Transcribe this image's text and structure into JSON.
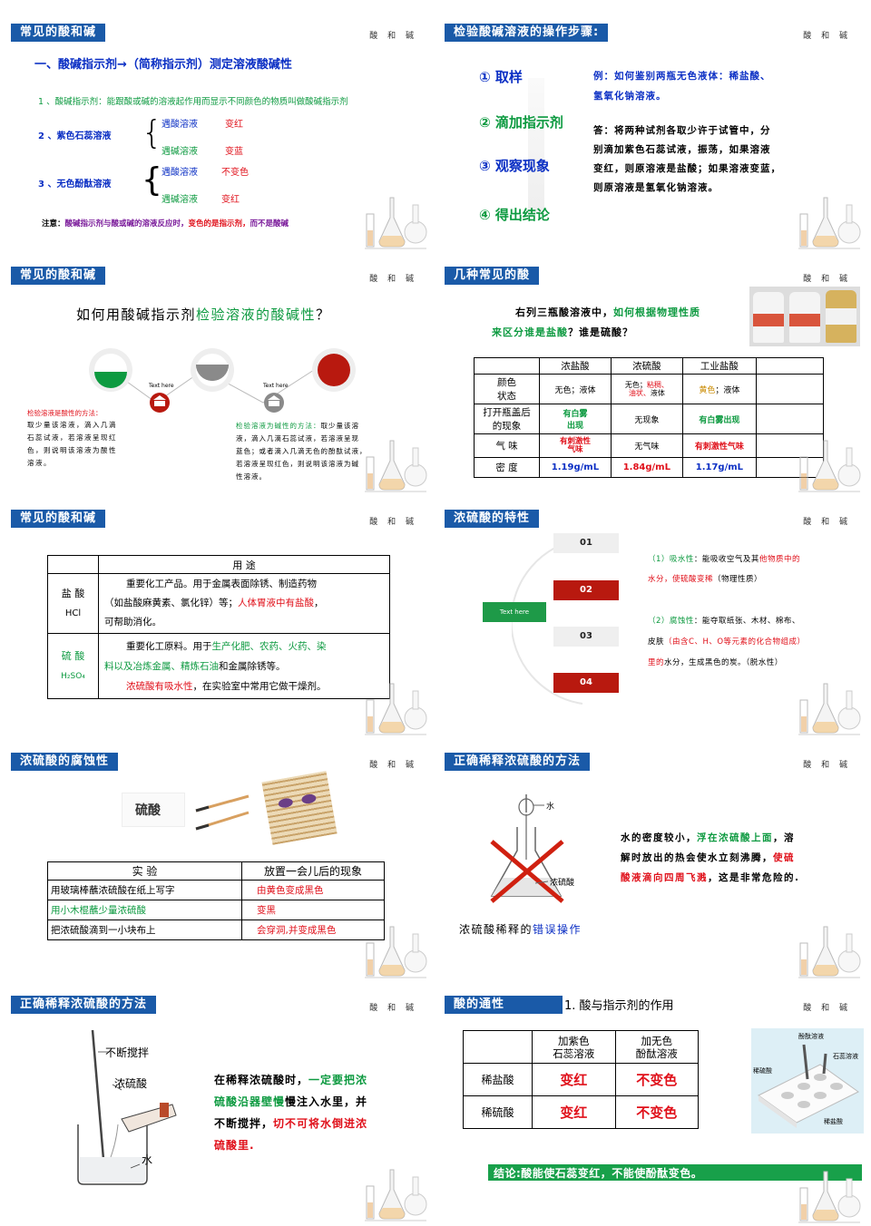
{
  "common": {
    "tag": "酸 和 碱"
  },
  "s1": {
    "title": "常见的酸和碱",
    "heading_a": "一、酸碱指示剂→（简称指示剂）",
    "heading_b": "测定溶液酸碱性",
    "def": "1 、酸碱指示剂：能跟酸或碱的溶液起作用而显示不同颜色的物质叫做酸碱指示剂",
    "item2": "2 、紫色石蕊溶液",
    "acid": "遇酸溶液",
    "base": "遇碱溶液",
    "i2_acid_color": "变红",
    "i2_base_color": "变蓝",
    "item3": "3 、无色酚酞溶液",
    "i3_acid_color": "不变色",
    "i3_base_color": "变红",
    "note_a": "注意：",
    "note_b": "酸碱指示剂与酸或碱的溶液反应时，",
    "note_c": "变色的是指示剂，",
    "note_d": "而不是酸碱"
  },
  "s2": {
    "title": "检验酸碱溶液的操作步骤:",
    "steps": [
      "① 取样",
      "② 滴加指示剂",
      "③ 观察现象",
      "④ 得出结论"
    ],
    "example_1": "例：如何鉴别两瓶无色液体：稀盐酸、",
    "example_2": "氢氧化钠溶液。",
    "answer": [
      "答：将两种试剂各取少许于试管中，分",
      "别滴加紫色石蕊试液，振荡，如果溶液",
      "变红，则原溶液是盐酸；如果溶液变蓝，",
      "则原溶液是氢氧化钠溶液。"
    ]
  },
  "s3": {
    "title": "常见的酸和碱",
    "q_a": "如何用酸碱指示剂",
    "q_b": "检验溶液的酸碱性",
    "q_c": "？",
    "text_here": "Text here",
    "left_title": "检验溶液是酸性的方法：",
    "left_body": [
      "取少量该溶液，滴入几滴",
      "石蕊试液，若溶液呈现红",
      "色，则说明该溶液为酸性",
      "溶液。"
    ],
    "right_title": "检验溶液为碱性的方法：",
    "right_first": "取少量该溶",
    "right_body": [
      "液，滴入几滴石蕊试液，若溶液呈现",
      "蓝色；或者滴入几滴无色的酚酞试液，",
      "若溶液呈现红色，则说明该溶液为碱",
      "性溶液。"
    ],
    "colors": {
      "green": "#0d9a40",
      "grey": "#8a8a8a",
      "red": "#b8190f"
    }
  },
  "s4": {
    "title": "几种常见的酸",
    "intro_a": "右列三瓶酸溶液中，",
    "intro_b": "如何根据物理性质",
    "intro_c": "来区分谁是盐酸",
    "intro_d": "？谁是硫酸？",
    "headers": [
      "",
      "浓盐酸",
      "浓硫酸",
      "工业盐酸",
      ""
    ],
    "row_labels": [
      "颜色\n状态",
      "打开瓶盖后\n的现象",
      "气 味",
      "密 度"
    ],
    "hcl": [
      "无色；液体",
      "有白雾\n出现",
      "有刺激性\n气味",
      "1.19g/mL"
    ],
    "h2so4": [
      "无色；粘稠、\n油状、液体",
      "无现象",
      "无气味",
      "1.84g/mL"
    ],
    "ind_hcl": [
      "黄色；液体",
      "有白雾出现",
      "有刺激性气味",
      "1.17g/mL"
    ],
    "h2so4_a_1": "无色；",
    "h2so4_a_2": "粘稠、",
    "h2so4_a_3": "油状、",
    "h2so4_a_4": "液体",
    "ind_a_1": "黄色",
    "ind_a_2": "；液体"
  },
  "s5": {
    "title": "常见的酸和碱",
    "col": "用 途",
    "hcl_name": "盐 酸",
    "hcl_formula": "HCl",
    "hcl_use_1": "重要化工产品。用于金属表面除锈、制造药物",
    "hcl_use_2a": "（如盐酸麻黄素、氯化锌）等；",
    "hcl_use_2b": "人体胃液中有盐酸",
    "hcl_use_2c": "，",
    "hcl_use_3": "可帮助消化。",
    "h2so4_name": "硫 酸",
    "h2so4_formula": "H₂SO₄",
    "h2so4_use_1a": "重要化工原料。用于",
    "h2so4_use_1b": "生产化肥、农药、火药、染",
    "h2so4_use_2a": "料以及冶炼金属、精炼石油",
    "h2so4_use_2b": "和金属除锈等。",
    "h2so4_use_3a": "浓硫酸有吸水性",
    "h2so4_use_3b": "，在实验室中常用它做干燥剂。"
  },
  "s6": {
    "title": "浓硫酸的特性",
    "center": "Text here",
    "nums": [
      "01",
      "02",
      "03",
      "04"
    ],
    "p1_a": "（1）吸水性",
    "p1_b": "：能吸收空气及其",
    "p1_c": "他物质中的",
    "p1_d": "水分，使硫酸变稀",
    "p1_e": "（物理性质）",
    "p2_a": "（2）腐蚀性",
    "p2_b": "：能夺取纸张、木材、棉布、",
    "p2_c": "皮肤",
    "p2_d": "（由含C、H、O等元素的化合物组成）",
    "p2_e": "里的",
    "p2_f": "水分，生成黑色的炭。（脱水性）"
  },
  "s7": {
    "title": "浓硫酸的腐蚀性",
    "paper_text": "硫酸",
    "headers": [
      "实 验",
      "放置一会儿后的现象"
    ],
    "rows": [
      {
        "exp": "用玻璃棒蘸浓硫酸在纸上写字",
        "res": "由黄色变成黑色"
      },
      {
        "exp": "用小木棍蘸少量浓硫酸",
        "res": "变黑"
      },
      {
        "exp": "把浓硫酸滴到一小块布上",
        "res": "会穿洞,并变成黑色"
      }
    ]
  },
  "s8": {
    "title": "正确稀释浓硫酸的方法",
    "label_water": "水",
    "label_acid": "浓硫酸",
    "desc_1a": "水的密度较小，",
    "desc_1b": "浮在浓硫酸上面",
    "desc_1c": "，溶",
    "desc_2a": "解时放出的热会使水立刻沸腾，",
    "desc_2b": "使硫",
    "desc_3a": "酸液滴向四周飞溅",
    "desc_3b": "，这是非常危险的.",
    "caption_a": "浓硫酸稀释的",
    "caption_b": "错误操作"
  },
  "s9": {
    "title": "正确稀释浓硫酸的方法",
    "label_stir": "不断搅拌",
    "label_acid": "浓硫酸",
    "label_water": "水",
    "d1a": "在稀释浓硫酸时，",
    "d1b": "一定要把浓",
    "d2a": "硫酸沿器壁慢",
    "d2b": "慢注入水里，并",
    "d3a": "不断搅拌，",
    "d3b": "切不可将水倒进浓",
    "d4": "硫酸里."
  },
  "s10": {
    "title": "酸的通性",
    "subtitle": "1. 酸与指示剂的作用",
    "h1": "加紫色\n石蕊溶液",
    "h2": "加无色\n酚酞溶液",
    "r1": {
      "name": "稀盐酸",
      "a": "变红",
      "b": "不变色"
    },
    "r2": {
      "name": "稀硫酸",
      "a": "变红",
      "b": "不变色"
    },
    "img_labels": {
      "phen": "酚酞溶液",
      "litmus": "石蕊溶液",
      "h2so4": "稀硫酸",
      "hcl": "稀盐酸"
    },
    "conclusion": "结论:酸能使石蕊变红，不能使酚酞变色。"
  }
}
